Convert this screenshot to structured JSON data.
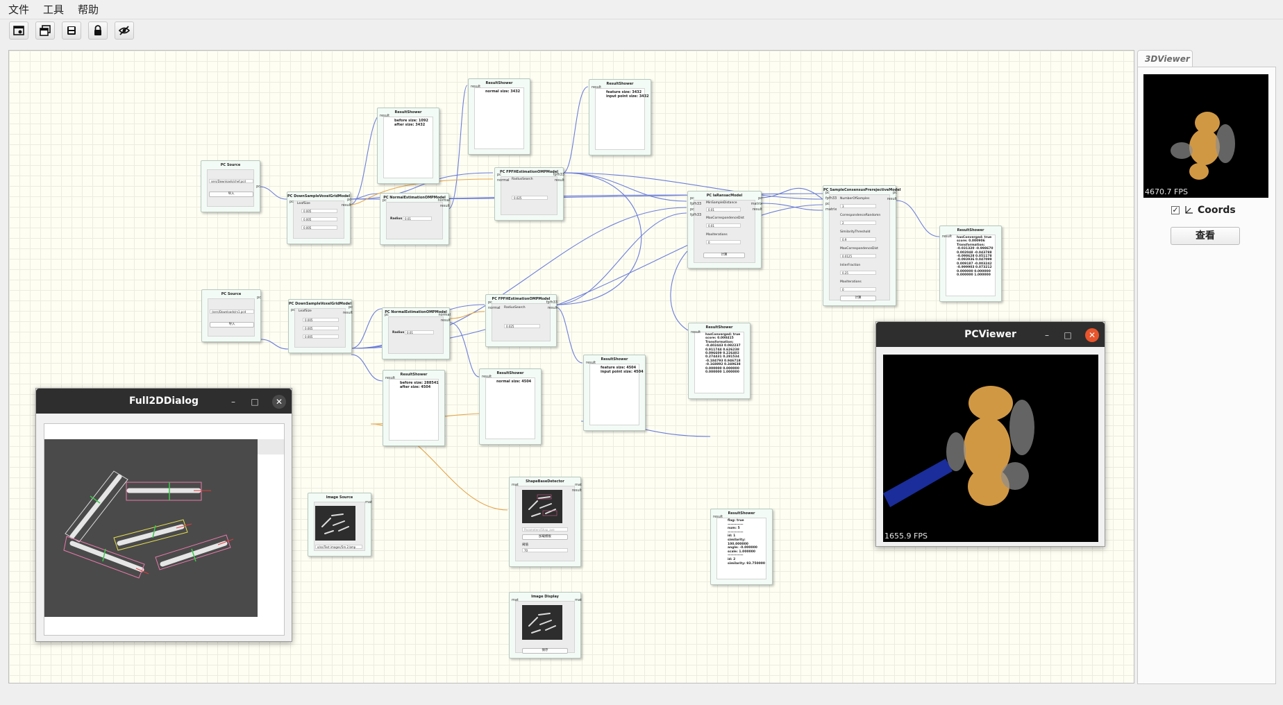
{
  "menu": {
    "file": "文件",
    "tools": "工具",
    "help": "帮助"
  },
  "toolbar": {
    "icons": [
      "new-graph-icon",
      "copy-window-icon",
      "save-icon",
      "lock-icon",
      "eye-off-icon"
    ]
  },
  "nodes": {
    "pcsource1": {
      "title": "PC Source",
      "path": "sers/Downloads/chef.pcd",
      "button": "导入",
      "out": "pc"
    },
    "pcsource2": {
      "title": "PC Source",
      "path": "/sers/Downloads/rs1.pcd",
      "button": "导入",
      "out": "pc"
    },
    "down1": {
      "title": "PC DownSampleVoxelGridModel",
      "field": "LeafSize",
      "x": "0.005",
      "y": "0.005",
      "z": "0.005",
      "in": "pc",
      "out1": "pc",
      "out2": "result"
    },
    "down2": {
      "title": "PC DownSampleVoxelGridModel",
      "field": "LeafSize",
      "x": "0.005",
      "y": "0.005",
      "z": "0.005",
      "in": "pc",
      "out1": "pc",
      "out2": "result"
    },
    "normal1": {
      "title": "PC NormalEstimationOMPModel",
      "radius_label": "Radius",
      "radius": "0.01",
      "in": "pc",
      "out1": "normal",
      "out2": "result"
    },
    "normal2": {
      "title": "PC NormalEstimationOMPModel",
      "radius_label": "Radius",
      "radius": "0.01",
      "in": "pc",
      "out1": "normal",
      "out2": "result"
    },
    "fpfh1": {
      "title": "PC FPFHEstimationOMPModel",
      "field": "RadiusSearch",
      "value": "0.025",
      "in1": "pc",
      "in2": "normal",
      "out1": "fpfh33",
      "out2": "result"
    },
    "fpfh2": {
      "title": "PC FPFHEstimationOMPModel",
      "field": "RadiusSearch",
      "value": "0.025",
      "in1": "pc",
      "in2": "normal",
      "out1": "fpfh33",
      "out2": "result"
    },
    "rs_a": {
      "title": "ResultShower",
      "text": "before size: 1092\nafter size: 3432",
      "in": "result"
    },
    "rs_b": {
      "title": "ResultShower",
      "text": "normal size: 3432",
      "in": "result"
    },
    "rs_c": {
      "title": "ResultShower",
      "text": "feature size: 3432\ninput point size: 3432",
      "in": "result"
    },
    "rs_d": {
      "title": "ResultShower",
      "text": "before size: 288541\nafter size: 4504",
      "in": "result"
    },
    "rs_e": {
      "title": "ResultShower",
      "text": "normal size: 4504",
      "in": "result"
    },
    "rs_f": {
      "title": "ResultShower",
      "text": "feature size: 4504\ninput point size: 4504",
      "in": "result"
    },
    "ia": {
      "title": "PC IaRansacModel",
      "f1": "MinSampleDistance",
      "v1": "0.01",
      "f2": "MaxCorrespondenceDist",
      "v2": "0.01",
      "f3": "MaxIterations",
      "v3": "0",
      "button": "计算",
      "in1": "pc",
      "in2": "fpfh33",
      "in3": "pc",
      "in4": "fpfh33",
      "out1": "pc",
      "out2": "matrix",
      "out3": "result"
    },
    "sac": {
      "title": "PC SampleConsensusPrerejectiveModel",
      "f1": "NumberOfSamples",
      "v1": "3",
      "f2": "CorrespondenceRandomn",
      "v2": "2",
      "f3": "SimilarityThreshold",
      "v3": "0.9",
      "f4": "MaxCorrespondenceDist",
      "v4": "0.0125",
      "f5": "InlierFraction",
      "v5": "0.25",
      "f6": "MaxIterations",
      "v6": "0",
      "button": "计算",
      "in1": "pc",
      "in2": "fpfh33",
      "in3": "pc",
      "in4": "matrix",
      "out1": "pc",
      "out2": "result"
    },
    "rs_ia": {
      "title": "ResultShower",
      "text": "hasConverged: true\nscore: 0.000415\nTransformation:\n-0.402443 0.082237\n0.911744 0.626238\n0.096609 0.226402\n0.274431 0.281534\n-0.184793 0.946718\n-0.168892 0.349638\n0.000000 0.000000\n0.000000 1.000000",
      "in": "result"
    },
    "rs_sac": {
      "title": "ResultShower",
      "text": "hasConverged: true\nscore: 0.000906\nTransformation:\n-0.031320 -0.998670\n0.002048 -0.043788\n-0.098628 0.051178\n-0.093936 0.047099\n0.009187 -0.003242\n-0.999903 0.073212\n0.000000 0.000000\n0.000000 1.000000",
      "in": "result"
    },
    "imgsrc": {
      "title": "Image Source",
      "path": "e/sn/Test images/5m.2.bmp",
      "out": "mat"
    },
    "shape": {
      "title": "ShapeBaseDetector",
      "field": "Parameters/Shap_ave",
      "button": "加载模板",
      "lbl": "阈值",
      "value": "70",
      "in": "mat",
      "out1": "mat",
      "out2": "result"
    },
    "display": {
      "title": "Image Display",
      "button": "保存",
      "in": "mat",
      "out": "mat"
    },
    "rs_shape": {
      "title": "ResultShower",
      "text": "flag: true\n—————\nnum: 5\n—————\nid: 1\nsimilarity:\n100.000000\nangle: -0.000000\nscale: 1.000000\n—————\nid: 2\nsimilarity: 93.750000",
      "in": "result"
    }
  },
  "dock": {
    "tab": "3DViewer",
    "fps": "4670.7 FPS",
    "coords_label": "Coords",
    "view_button": "查看",
    "checked": true
  },
  "pcviewer": {
    "title": "PCViewer",
    "fps": "1655.9 FPS"
  },
  "dialog2d": {
    "title": "Full2DDialog"
  },
  "colors": {
    "wire": "#5b6fd8",
    "wire_orange": "#e5a64a",
    "canvas": "#fefef3",
    "titlebar": "#2e2e2e",
    "close": "#e8542b"
  }
}
